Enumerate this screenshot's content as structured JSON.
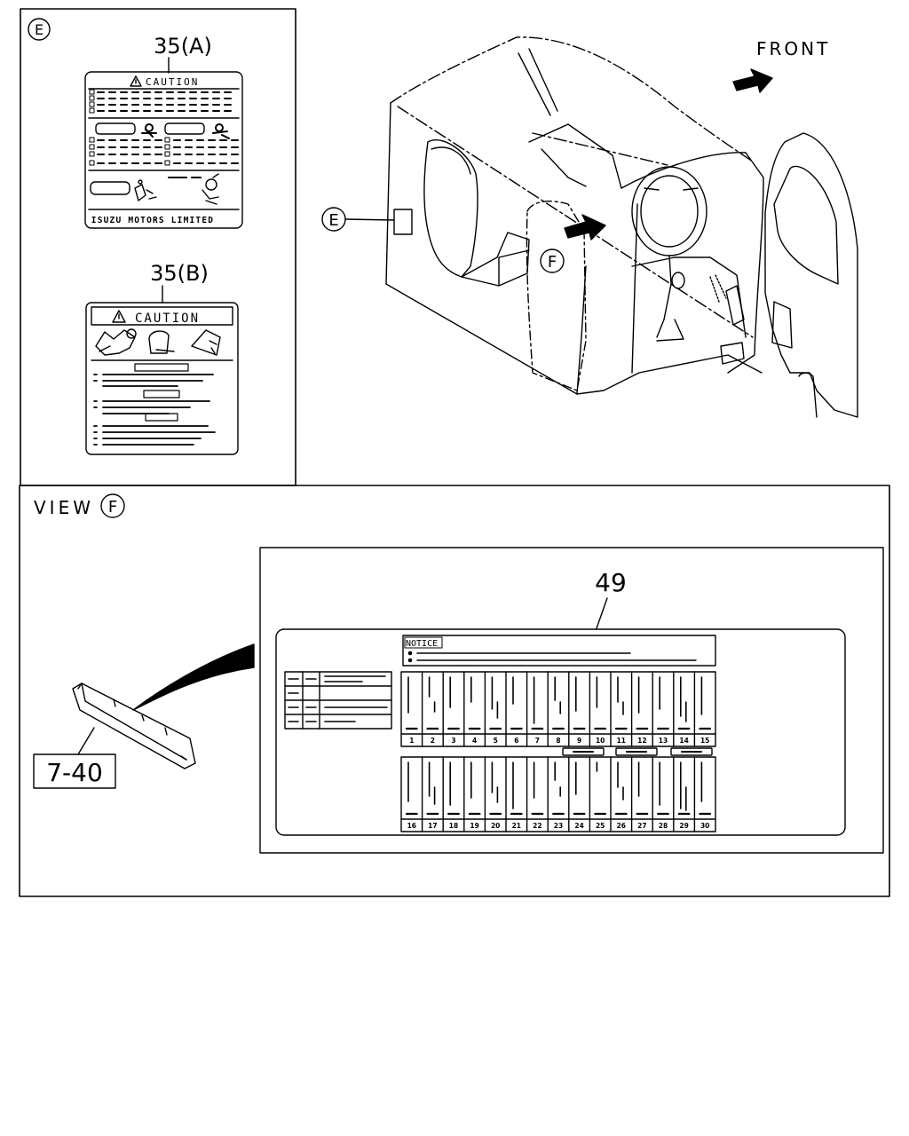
{
  "view_e": {
    "marker": "E"
  },
  "label_a": {
    "part_number": "35(A)",
    "caution_heading": "CAUTION",
    "maker": "ISUZU MOTORS LIMITED"
  },
  "label_b": {
    "part_number": "35(B)",
    "caution_heading": "CAUTION"
  },
  "vehicle": {
    "front_label": "FRONT",
    "callout_e": "E",
    "callout_f": "F"
  },
  "view_f": {
    "view_word": "VIEW",
    "marker": "F",
    "cover_part_number": "7-40",
    "fuse_label_part_number": "49",
    "notice_heading": "NOTICE",
    "fuse_numbers_top": [
      "1",
      "2",
      "3",
      "4",
      "5",
      "6",
      "7",
      "8",
      "9",
      "10",
      "11",
      "12",
      "13",
      "14",
      "15"
    ],
    "fuse_numbers_bottom": [
      "16",
      "17",
      "18",
      "19",
      "20",
      "21",
      "22",
      "23",
      "24",
      "25",
      "26",
      "27",
      "28",
      "29",
      "30"
    ]
  }
}
